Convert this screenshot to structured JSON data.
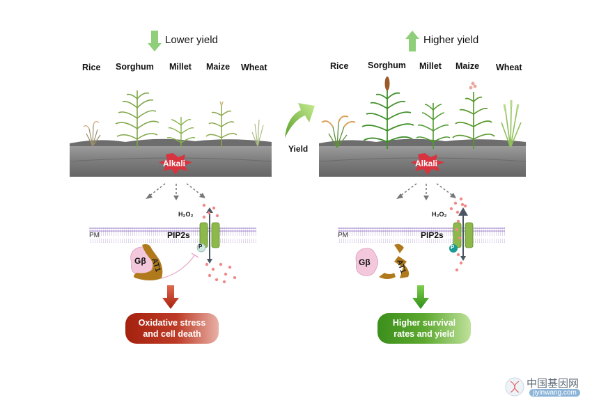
{
  "left_panel": {
    "yield_label": "Lower yield",
    "crops": [
      "Rice",
      "Sorghum",
      "Millet",
      "Maize",
      "Wheat"
    ],
    "stress_label": "Alkali",
    "h2o2_label": "H₂O₂",
    "membrane_label": "PM",
    "channel_label": "PIP2s",
    "phospho_label": "P",
    "g_beta_label": "Gβ",
    "at1_label": "AT1",
    "outcome_line1": "Oxidative stress",
    "outcome_line2": "and cell death"
  },
  "center": {
    "transition_label": "Yield"
  },
  "right_panel": {
    "yield_label": "Higher yield",
    "crops": [
      "Rice",
      "Sorghum",
      "Millet",
      "Maize",
      "Wheat"
    ],
    "stress_label": "Alkali",
    "h2o2_label": "H₂O₂",
    "membrane_label": "PM",
    "channel_label": "PIP2s",
    "phospho_label": "P",
    "g_beta_label": "Gβ",
    "at1_label": "AT1",
    "outcome_line1": "Higher survival",
    "outcome_line2": "rates and yield"
  },
  "watermark": {
    "chinese": "中国基因网",
    "url": "jiyinwang.com"
  },
  "colors": {
    "down_arrow": "#8fcf7a",
    "up_arrow": "#8fcf7a",
    "soil": "#7b7b7b",
    "alkali_burst": "#d8333f",
    "membrane": "#c9b5e0",
    "channel": "#8db84a",
    "g_beta": "#f4c8dc",
    "at1": "#b07a1c",
    "bad_outcome": "#a5210f",
    "good_outcome": "#3c8f1c"
  }
}
